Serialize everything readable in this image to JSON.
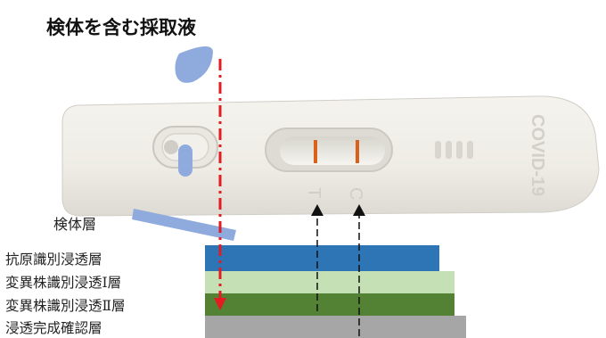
{
  "title": "検体を含む採取液",
  "device": {
    "brand_text": "COVID-19",
    "marker_t": "T",
    "marker_c": "C"
  },
  "specimen_layer_label": "検体層",
  "layers": [
    {
      "label": "抗原識別浸透層",
      "color": "#2e75b6"
    },
    {
      "label": "変異株識別浸透Ⅰ層",
      "color": "#c5e0b4"
    },
    {
      "label": "変異株識別浸透Ⅱ層",
      "color": "#548235"
    },
    {
      "label": "浸透完成確認層",
      "color": "#a6a6a6"
    }
  ],
  "colors": {
    "flow_arrow": "#e31b23",
    "test_line": "#d9611b",
    "specimen_pad": "#8faadc",
    "drop": "#8faadc"
  }
}
